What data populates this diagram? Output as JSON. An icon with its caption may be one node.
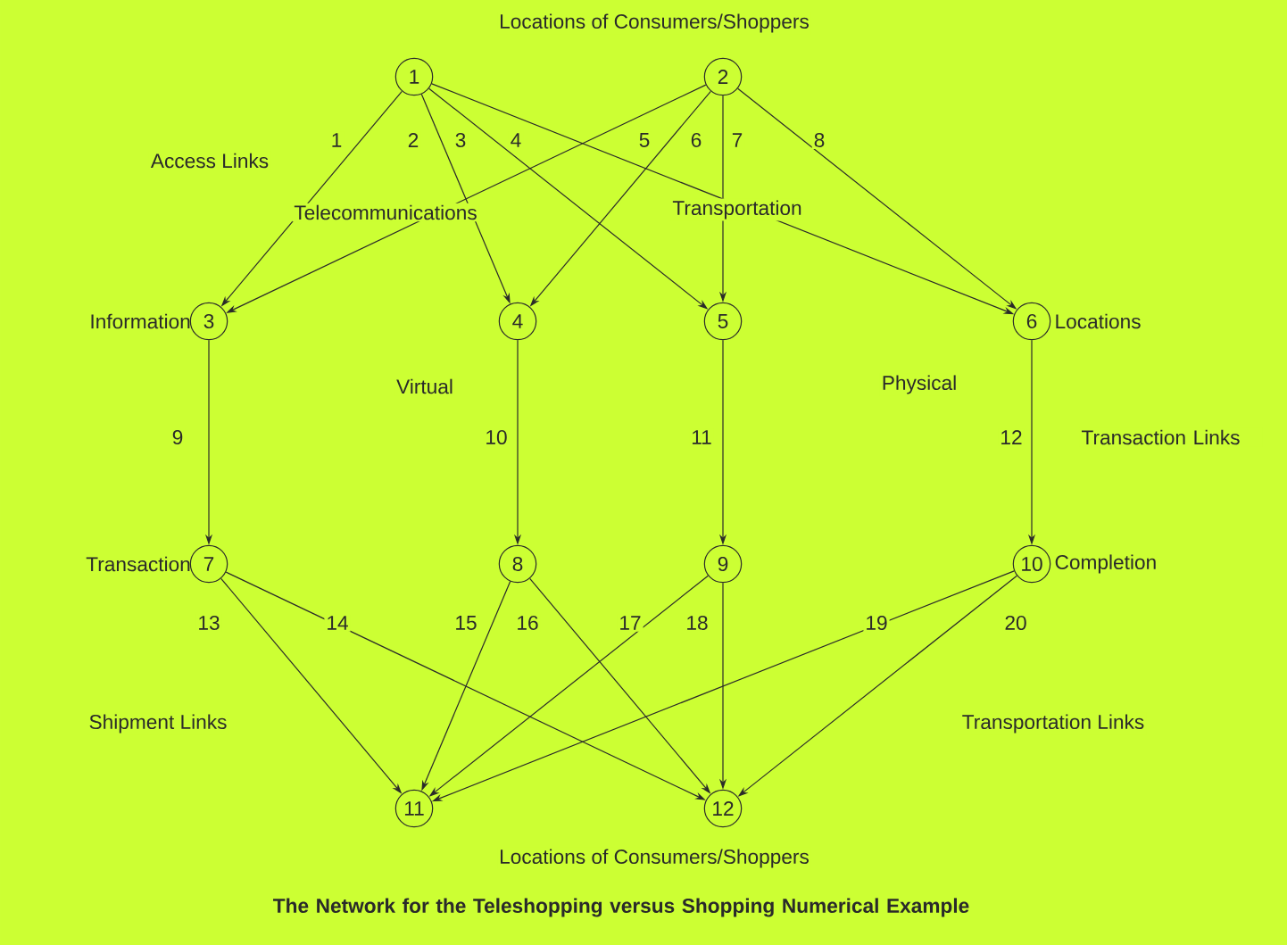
{
  "diagram": {
    "caption": "The Network for the Teleshopping versus Shopping Numerical Example",
    "nodes": [
      {
        "text": [
          "1"
        ]
      },
      {
        "text": [
          "2"
        ]
      },
      {
        "text": [
          "3"
        ],
        "beside": [
          "Information"
        ]
      },
      {
        "text": [
          "4"
        ]
      },
      {
        "text": [
          "5"
        ]
      },
      {
        "text": [
          "6"
        ],
        "beside": [
          "Locations"
        ]
      },
      {
        "text": [
          "7"
        ],
        "beside": [
          "Transaction"
        ]
      },
      {
        "text": [
          "8"
        ]
      },
      {
        "text": [
          "9"
        ]
      },
      {
        "text": [
          "10"
        ],
        "beside": [
          "Completion"
        ]
      },
      {
        "text": [
          "11"
        ]
      },
      {
        "text": [
          "12"
        ]
      }
    ],
    "edges": [
      {
        "from": 0,
        "to": 2,
        "arrow": "to",
        "label": "1"
      },
      {
        "from": 0,
        "to": 3,
        "arrow": "to",
        "label": "2"
      },
      {
        "from": 0,
        "to": 4,
        "arrow": "to",
        "label": "3"
      },
      {
        "from": 0,
        "to": 5,
        "arrow": "to",
        "label": "4"
      },
      {
        "from": 1,
        "to": 2,
        "arrow": "to",
        "label": "5"
      },
      {
        "from": 1,
        "to": 3,
        "arrow": "to",
        "label": "6"
      },
      {
        "from": 1,
        "to": 4,
        "arrow": "to",
        "label": "7"
      },
      {
        "from": 1,
        "to": 5,
        "arrow": "to",
        "label": "8"
      },
      {
        "from": 2,
        "to": 6,
        "arrow": "to",
        "label": "9"
      },
      {
        "from": 3,
        "to": 7,
        "arrow": "to",
        "label": "10"
      },
      {
        "from": 4,
        "to": 8,
        "arrow": "to",
        "label": "11"
      },
      {
        "from": 5,
        "to": 9,
        "arrow": "to",
        "label": "12"
      },
      {
        "from": 6,
        "to": 10,
        "arrow": "to",
        "label": "13"
      },
      {
        "from": 6,
        "to": 11,
        "arrow": "to",
        "label": "14"
      },
      {
        "from": 7,
        "to": 10,
        "arrow": "to",
        "label": "15"
      },
      {
        "from": 7,
        "to": 11,
        "arrow": "to",
        "label": "16"
      },
      {
        "from": 8,
        "to": 10,
        "arrow": "to",
        "label": "17"
      },
      {
        "from": 8,
        "to": 11,
        "arrow": "to",
        "label": "18"
      },
      {
        "from": 9,
        "to": 10,
        "arrow": "to",
        "label": "19"
      },
      {
        "from": 9,
        "to": 11,
        "arrow": "to",
        "label": "20"
      }
    ],
    "labels": [
      "Locations of Consumers/Shoppers",
      "Access Links",
      "Telecommunications",
      "Transportation",
      "Virtual",
      "Physical",
      "Transaction Links",
      "Shipment Links",
      "Transportation Links",
      "Locations of Consumers/Shoppers"
    ]
  }
}
